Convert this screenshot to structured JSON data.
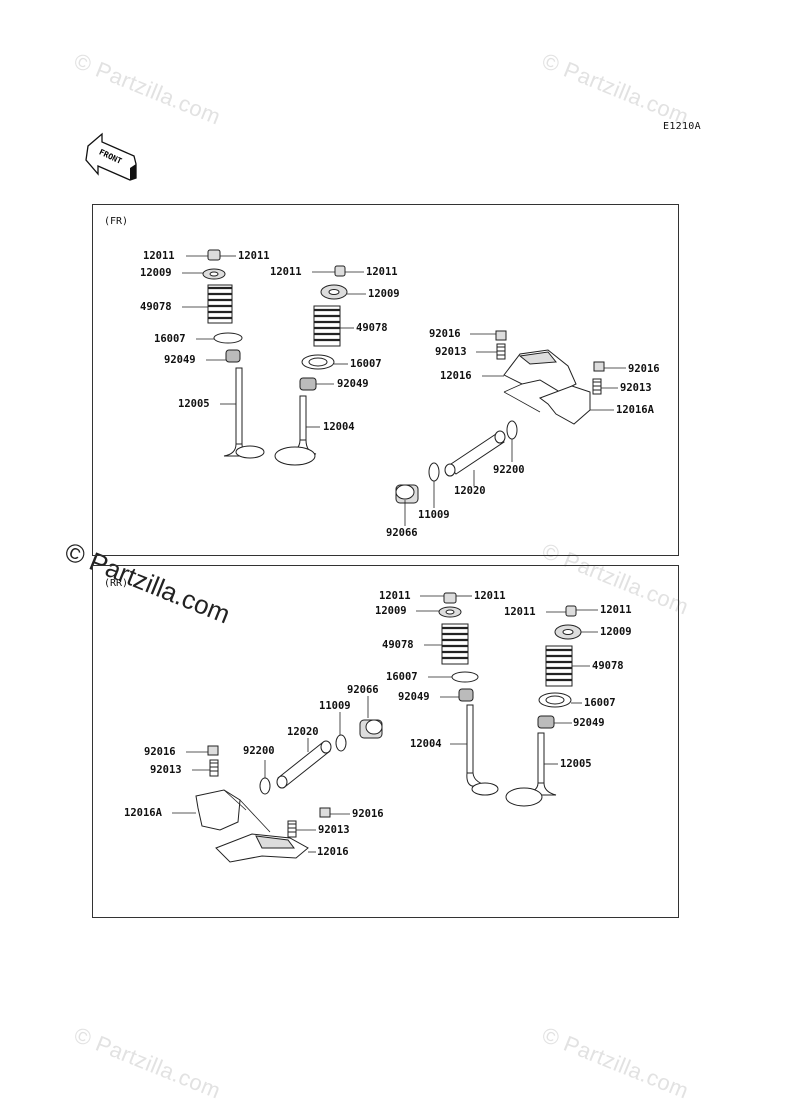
{
  "watermark": "© Partzilla.com",
  "diagram_code": "E1210A",
  "front_label": "FRONT",
  "panels": {
    "front": {
      "label": "(FR)"
    },
    "rear": {
      "label": "(RR)"
    }
  },
  "labels": {
    "fr": {
      "p1": "12011",
      "p2": "12011",
      "p3": "12009",
      "p4": "12011",
      "p5": "12011",
      "p6": "49078",
      "p7": "12009",
      "p8": "16007",
      "p9": "49078",
      "p10": "92049",
      "p11": "16007",
      "p12": "92049",
      "p13": "12005",
      "p14": "12004",
      "p15": "92016",
      "p16": "92013",
      "p17": "12016",
      "p18": "92016",
      "p19": "92013",
      "p20": "12016A",
      "p21": "92200",
      "p22": "12020",
      "p23": "11009",
      "p24": "92066"
    },
    "rr": {
      "p1": "12011",
      "p2": "12011",
      "p3": "12009",
      "p4": "12011",
      "p5": "12011",
      "p6": "12009",
      "p7": "49078",
      "p8": "49078",
      "p9": "16007",
      "p10": "92049",
      "p11": "16007",
      "p12": "92049",
      "p13": "92066",
      "p14": "11009",
      "p15": "12020",
      "p16": "12004",
      "p17": "12005",
      "p18": "92016",
      "p19": "92200",
      "p20": "92013",
      "p21": "12016A",
      "p22": "92016",
      "p23": "92013",
      "p24": "12016"
    }
  }
}
